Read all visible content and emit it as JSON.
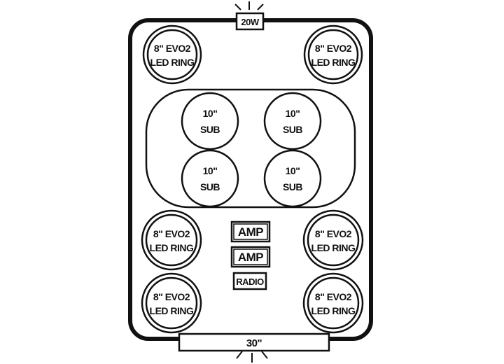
{
  "enclosure": {
    "top_label": "20W",
    "bottom_label": "30\""
  },
  "led_rings": [
    {
      "line1": "8\" EVO2",
      "line2": "LED RING"
    },
    {
      "line1": "8\" EVO2",
      "line2": "LED RING"
    },
    {
      "line1": "8\" EVO2",
      "line2": "LED RING"
    },
    {
      "line1": "8\" EVO2",
      "line2": "LED RING"
    },
    {
      "line1": "8\" EVO2",
      "line2": "LED RING"
    },
    {
      "line1": "8\" EVO2",
      "line2": "LED RING"
    }
  ],
  "subwoofers": [
    {
      "line1": "10\"",
      "line2": "SUB"
    },
    {
      "line1": "10\"",
      "line2": "SUB"
    },
    {
      "line1": "10\"",
      "line2": "SUB"
    },
    {
      "line1": "10\"",
      "line2": "SUB"
    }
  ],
  "components": {
    "amp_1": "AMP",
    "amp_2": "AMP",
    "radio": "RADIO"
  },
  "colors": {
    "line": "#111111",
    "background": "#ffffff"
  }
}
